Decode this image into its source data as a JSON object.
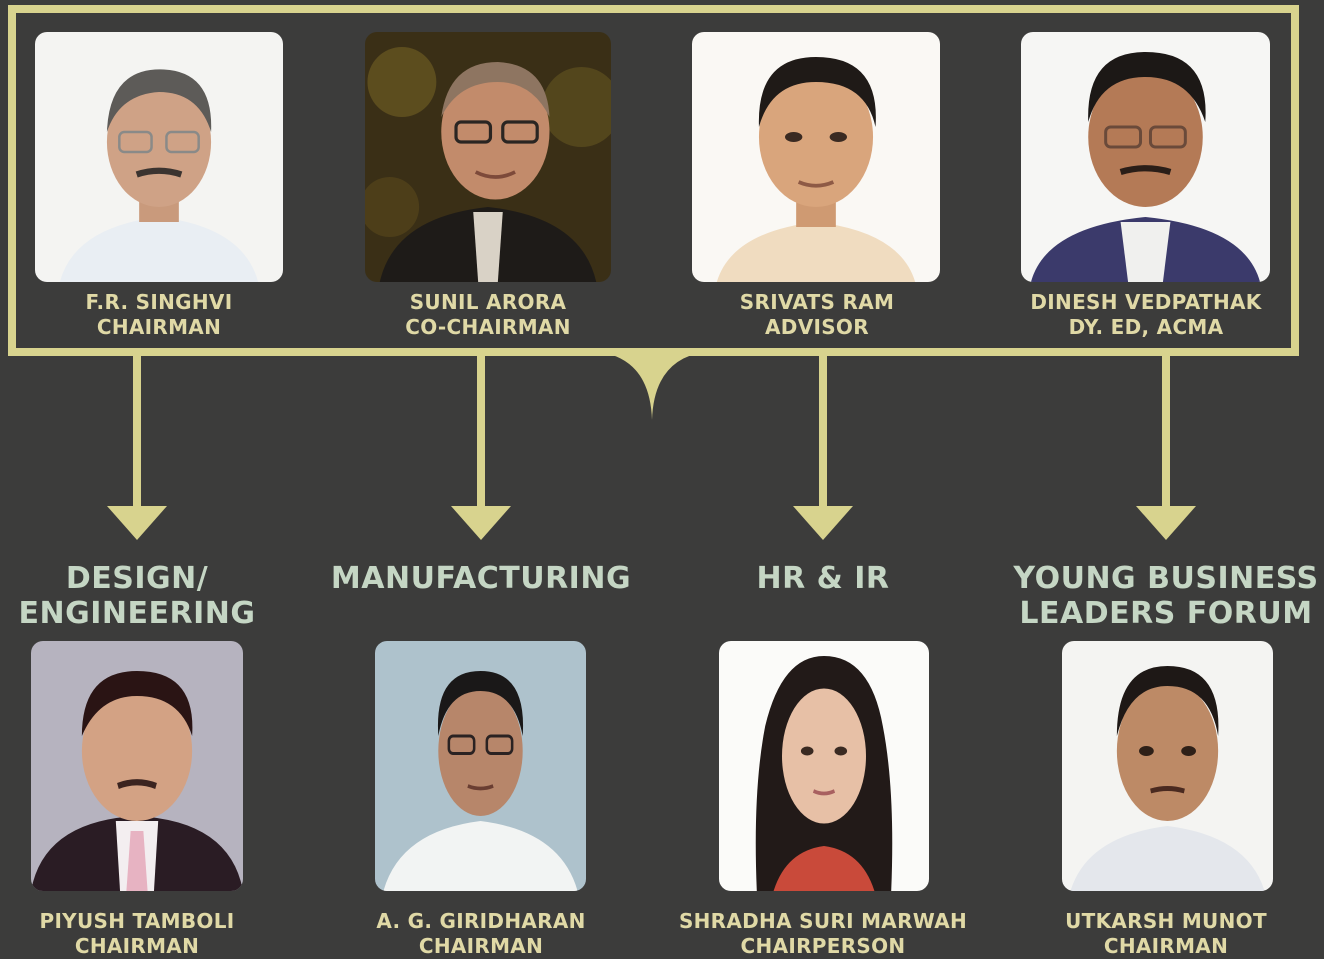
{
  "colors": {
    "background": "#3c3c3b",
    "frame": "#d8d38e",
    "name_text": "#e0d9a6",
    "department_text": "#c5d6c4"
  },
  "leadership": [
    {
      "name": "F.R. SINGHVI",
      "role": "CHAIRMAN",
      "photo": "portrait-photo"
    },
    {
      "name": "SUNIL ARORA",
      "role": "CO-CHAIRMAN",
      "photo": "portrait-photo"
    },
    {
      "name": "SRIVATS RAM",
      "role": "ADVISOR",
      "photo": "portrait-photo"
    },
    {
      "name": "DINESH VEDPATHAK",
      "role": "DY. ED, ACMA",
      "photo": "portrait-photo"
    }
  ],
  "departments": [
    {
      "line1": "DESIGN/",
      "line2": "ENGINEERING",
      "person": {
        "name": "PIYUSH TAMBOLI",
        "role": "CHAIRMAN"
      }
    },
    {
      "line1": "MANUFACTURING",
      "line2": "",
      "person": {
        "name": "A. G. GIRIDHARAN",
        "role": "CHAIRMAN"
      }
    },
    {
      "line1": "HR & IR",
      "line2": "",
      "person": {
        "name": "SHRADHA SURI MARWAH",
        "role": "CHAIRPERSON"
      }
    },
    {
      "line1": "YOUNG BUSINESS",
      "line2": "LEADERS FORUM",
      "person": {
        "name": "UTKARSH MUNOT",
        "role": "CHAIRMAN"
      }
    }
  ]
}
